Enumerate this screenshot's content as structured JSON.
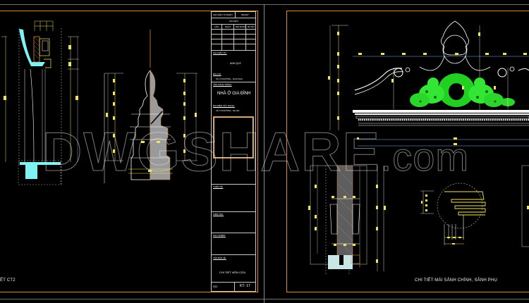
{
  "viewer": {
    "background": "#000000",
    "sheet_border_color": "#d98a3c",
    "frame_color": "#8a8a8a"
  },
  "watermark": {
    "text": "DWGSHARE",
    "suffix": ".com"
  },
  "left_sheet": {
    "caption": "ẾT CT2",
    "details": [
      {
        "name": "cornice-section-detail",
        "colors": [
          "#7ff3f3",
          "#d98a3c",
          "#f2e35a"
        ]
      },
      {
        "name": "finial-elevation-section",
        "colors": [
          "#ffffff",
          "#b0b0b0",
          "#f2e35a"
        ]
      }
    ]
  },
  "title_block": {
    "top_left": "CHỦ ĐẦU TƯ/NGÀY",
    "top_right": "05/2017",
    "revision_header": "SỬA ĐỔI",
    "revision_columns": [
      "LẦN",
      "NGÀY",
      "NỘI DUNG",
      "DUYỆT"
    ],
    "designer_label": "CHỦ ĐẦU TƯ:",
    "designer_name": "ANH QUÝ",
    "address_label": "ĐỊA CHỈ:",
    "address_value": "XÃ X PHƯỜNG - HOA NGA",
    "project_label": "TÊN CÔNG TRÌNH:",
    "project_name": "NHÀ Ở GIA ĐÌNH",
    "location_label": "ĐỊA ĐIỂM XÂY DỰNG:",
    "location_value": "XÃ X PHƯỜNG - NH AN",
    "logo_box_label": "",
    "designer2_label": "THIẾT KẾ:",
    "checker_label": "KIỂM TRA:",
    "approver_label": "CHỦ NHIỆM:",
    "drawing_title_label": "TÊN BẢN VẼ:",
    "drawing_title": "CHI TIẾT VIỀN CỬA",
    "sheet_label": "SỐ:",
    "sheet_number": "KT- 17"
  },
  "right_sheet": {
    "caption": "CHI TIẾT MÁI SẢNH CHÍNH, SẢNH PHỤ",
    "details": [
      {
        "name": "pediment-ornament-elevation",
        "colors": [
          "#33e633",
          "#ffffff",
          "#f2e35a"
        ]
      },
      {
        "name": "column-section-detail",
        "colors": [
          "#7ff3f3",
          "#d98a3c",
          "#a0a0a0"
        ]
      },
      {
        "name": "molding-profile-detail",
        "colors": [
          "#f2e35a",
          "#ffffff"
        ]
      }
    ]
  }
}
